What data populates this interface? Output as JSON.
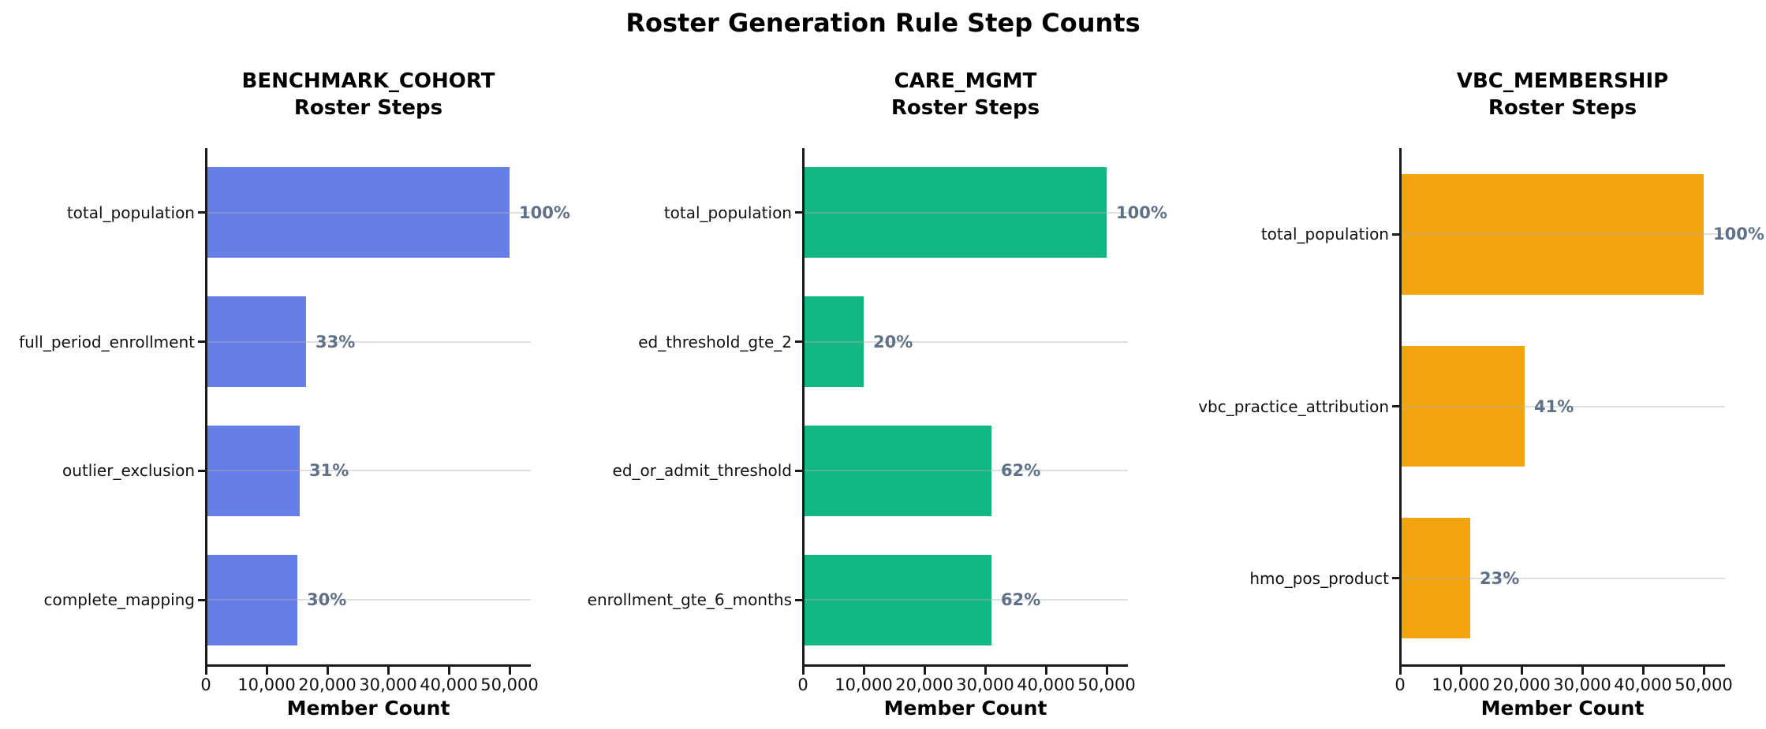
{
  "main_title": "Roster Generation Rule Step Counts",
  "axis": {
    "xlabel": "Member Count",
    "x_tick_labels": [
      "0",
      "10,000",
      "20,000",
      "30,000",
      "40,000",
      "50,000"
    ],
    "x_tick_values": [
      0,
      10000,
      20000,
      30000,
      40000,
      50000
    ],
    "xlim": [
      0,
      53500
    ],
    "grid": "on"
  },
  "colors": {
    "benchmark_cohort_bar": "#667EE8",
    "care_mgmt_bar": "#12B784",
    "vbc_membership_bar": "#F2A30D",
    "pct_label": "#5F7089",
    "grid": "#B0B0B0",
    "spine": "#1A1A1A",
    "background": "#FFFFFF"
  },
  "chart_data": [
    {
      "type": "bar",
      "orientation": "horizontal",
      "title": "BENCHMARK_COHORT\nRoster Steps",
      "title_lines": [
        "BENCHMARK_COHORT",
        "Roster Steps"
      ],
      "xlabel": "Member Count",
      "xlim": [
        0,
        53500
      ],
      "bar_color": "#667EE8",
      "categories": [
        "total_population",
        "full_period_enrollment",
        "outlier_exclusion",
        "complete_mapping"
      ],
      "values": [
        50000,
        16500,
        15500,
        15000
      ],
      "pct_labels": [
        "100%",
        "33%",
        "31%",
        "30%"
      ]
    },
    {
      "type": "bar",
      "orientation": "horizontal",
      "title": "CARE_MGMT\nRoster Steps",
      "title_lines": [
        "CARE_MGMT",
        "Roster Steps"
      ],
      "xlabel": "Member Count",
      "xlim": [
        0,
        53500
      ],
      "bar_color": "#12B784",
      "categories": [
        "total_population",
        "ed_threshold_gte_2",
        "ed_or_admit_threshold",
        "enrollment_gte_6_months"
      ],
      "values": [
        50000,
        10000,
        31000,
        31000
      ],
      "pct_labels": [
        "100%",
        "20%",
        "62%",
        "62%"
      ]
    },
    {
      "type": "bar",
      "orientation": "horizontal",
      "title": "VBC_MEMBERSHIP\nRoster Steps",
      "title_lines": [
        "VBC_MEMBERSHIP",
        "Roster Steps"
      ],
      "xlabel": "Member Count",
      "xlim": [
        0,
        53500
      ],
      "bar_color": "#F2A30D",
      "categories": [
        "total_population",
        "vbc_practice_attribution",
        "hmo_pos_product"
      ],
      "values": [
        50000,
        20500,
        11500
      ],
      "pct_labels": [
        "100%",
        "41%",
        "23%"
      ]
    }
  ]
}
